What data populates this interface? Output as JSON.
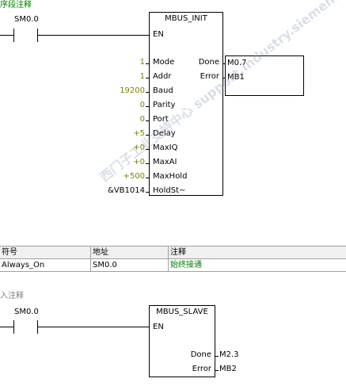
{
  "network1": {
    "comment": "序段注释",
    "contact_label": "SM0.0",
    "block_title": "MBUS_INIT",
    "en_label": "EN",
    "inputs": [
      {
        "value": "1",
        "pin": "Mode"
      },
      {
        "value": "1",
        "pin": "Addr"
      },
      {
        "value": "19200",
        "pin": "Baud"
      },
      {
        "value": "0",
        "pin": "Parity"
      },
      {
        "value": "0",
        "pin": "Port"
      },
      {
        "value": "+5",
        "pin": "Delay"
      },
      {
        "value": "+0",
        "pin": "MaxIQ"
      },
      {
        "value": "+0",
        "pin": "MaxAI"
      },
      {
        "value": "+500",
        "pin": "MaxHold"
      },
      {
        "value": "&VB1014",
        "pin": "HoldSt~"
      }
    ],
    "outputs": [
      {
        "pin": "Done",
        "value": "M0.7"
      },
      {
        "pin": "Error",
        "value": "MB1"
      }
    ]
  },
  "symbol_table": {
    "headers": [
      "符号",
      "地址",
      "注释"
    ],
    "row": {
      "symbol": "Always_On",
      "address": "SM0.0",
      "comment": "始终接通"
    }
  },
  "network2": {
    "comment": "入注释",
    "contact_label": "SM0.0",
    "block_title": "MBUS_SLAVE",
    "en_label": "EN",
    "outputs": [
      {
        "pin": "Done",
        "value": "M2.3"
      },
      {
        "pin": "Error",
        "value": "MB2"
      }
    ]
  },
  "watermark": "西门子工业支持中心  support.industry.siemens.com"
}
